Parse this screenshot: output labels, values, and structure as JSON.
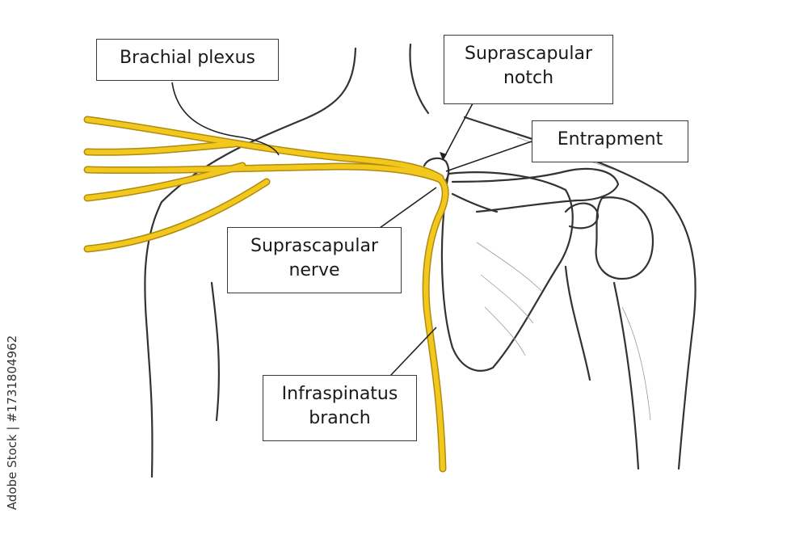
{
  "labels": {
    "brachial_plexus": [
      "Brachial plexus"
    ],
    "suprascapular_notch": [
      "Suprascapular",
      "notch"
    ],
    "entrapment": [
      "Entrapment"
    ],
    "suprascapular_nerve": [
      "Suprascapular",
      "nerve"
    ],
    "infraspinatus_branch": [
      "Infraspinatus",
      "branch"
    ]
  },
  "watermark": "Adobe Stock | #1731804962",
  "colors": {
    "nerve": "#f2c81c",
    "nerve_outline": "#b08a10",
    "outline": "#333333",
    "background": "#ffffff"
  }
}
